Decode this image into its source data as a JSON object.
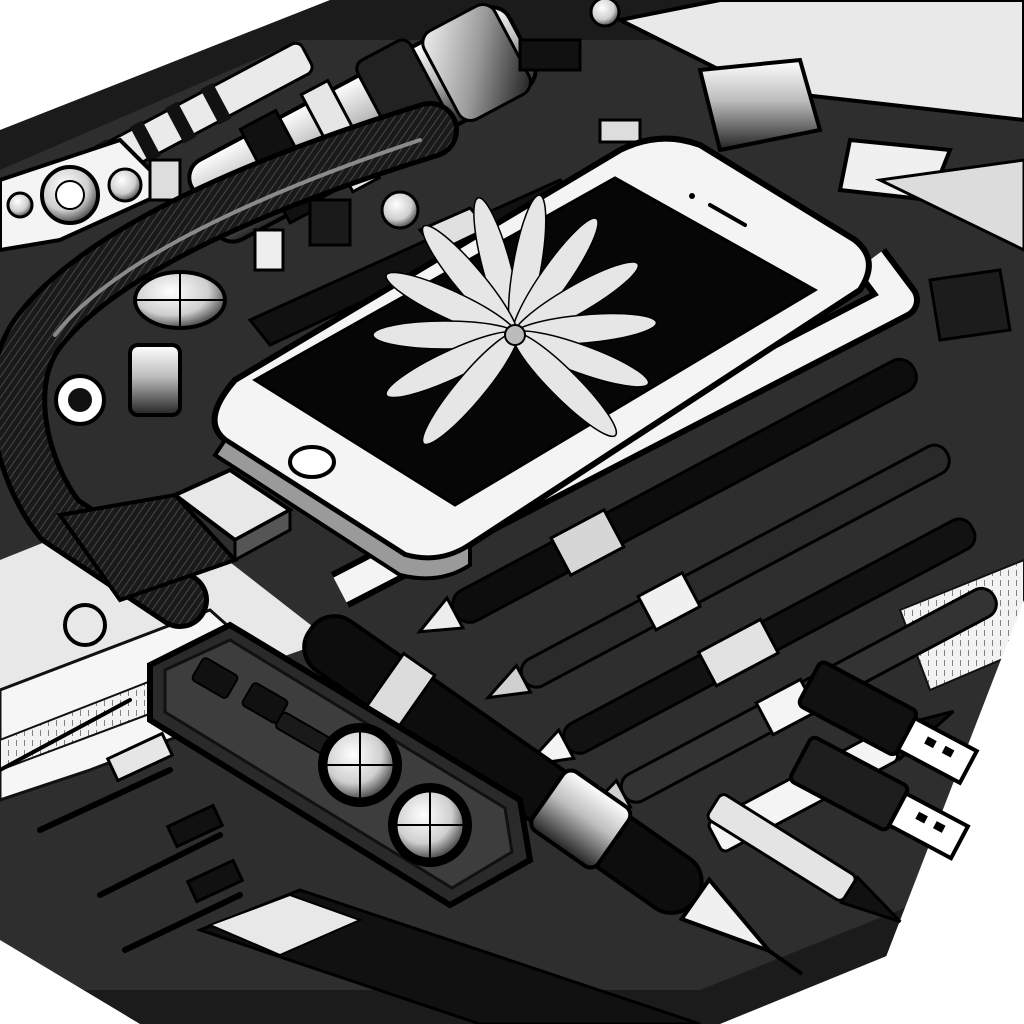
{
  "scene": {
    "description_hidden": "",
    "palette": {
      "ink": "#0a0a0a",
      "paper": "#ffffff",
      "mid": "#7a7a7a",
      "light": "#d9d9d9",
      "dark": "#2a2a2a"
    },
    "objects": {
      "smartphone": "smartphone-with-leaf-wallpaper",
      "cable": "charging-cable",
      "controller": "control-panel-with-dials",
      "pens": "pens-and-pencils",
      "usb": "usb-drives",
      "camera": "camera-lens-barrel",
      "rulers": "measuring-rulers"
    }
  }
}
